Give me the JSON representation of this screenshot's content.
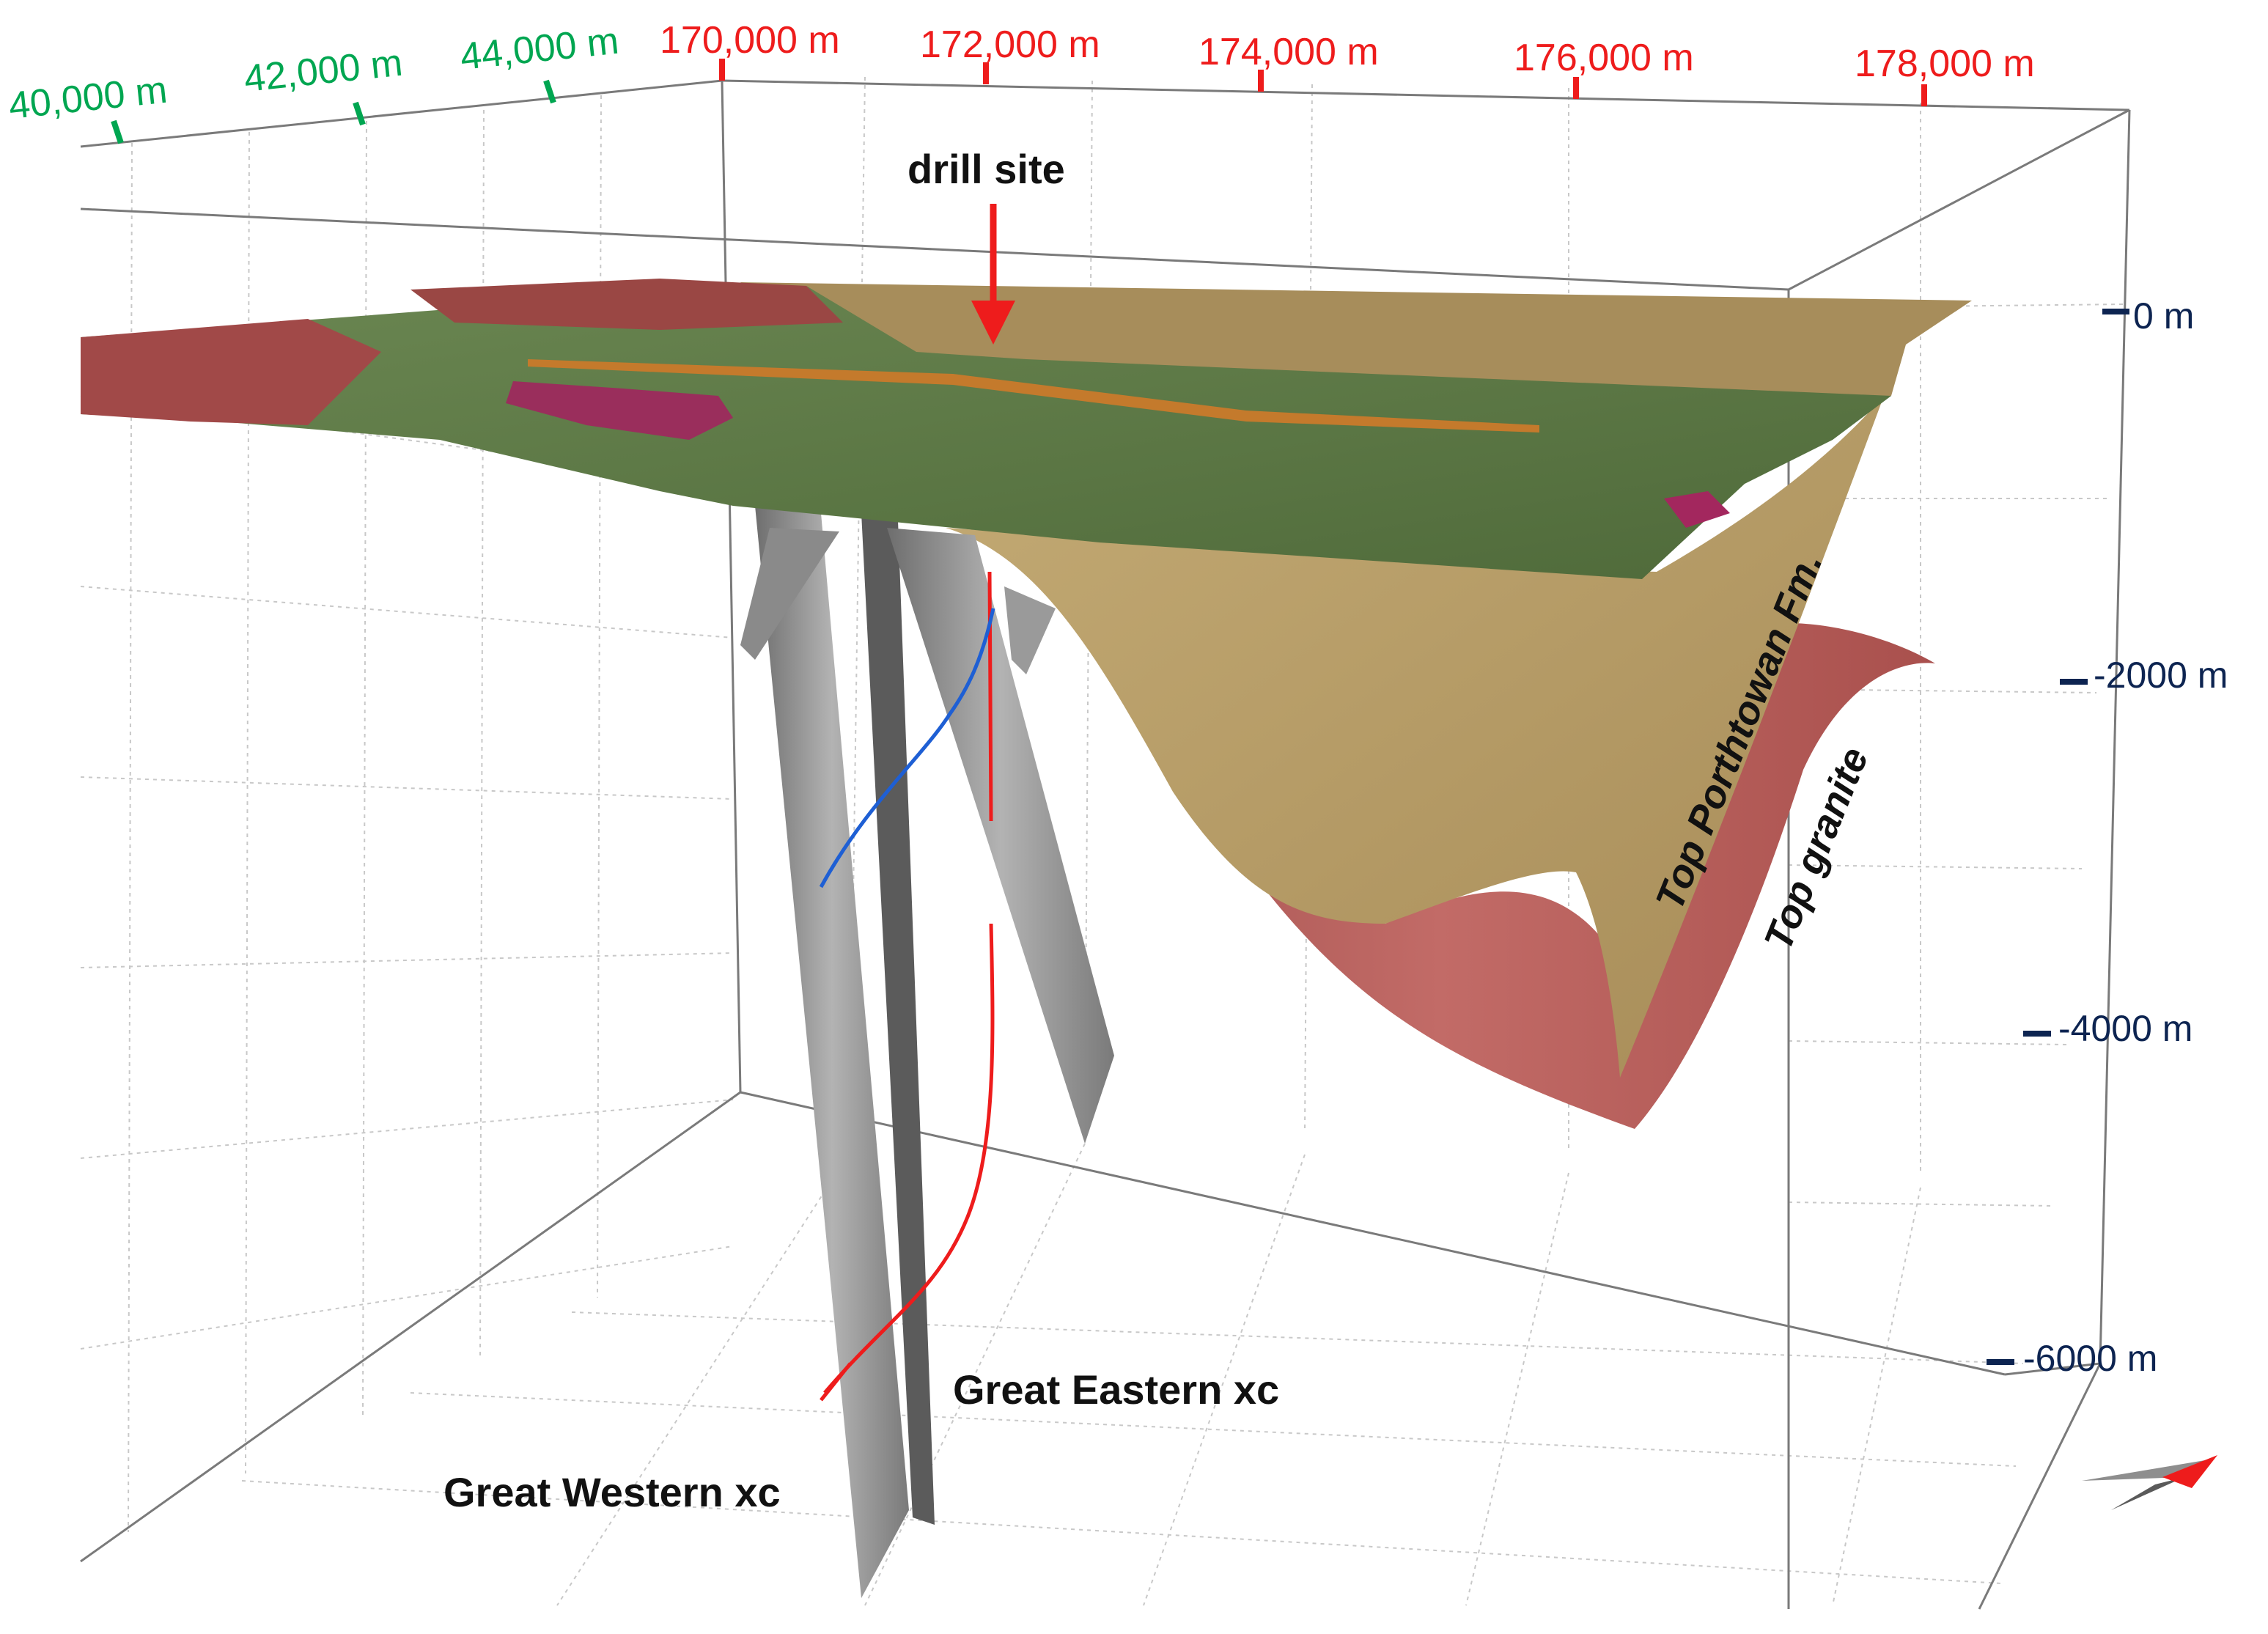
{
  "axes": {
    "northing_labels": [
      "40,000 m",
      "42,000 m",
      "44,000 m"
    ],
    "easting_labels": [
      "170,000 m",
      "172,000 m",
      "174,000 m",
      "176,000 m",
      "178,000 m"
    ],
    "depth_labels": [
      "0 m",
      "-2000 m",
      "-4000 m",
      "-6000 m"
    ]
  },
  "annotations": {
    "drill_site": "drill site",
    "top_porthtowan": "Top Porthtowan Fm.",
    "top_granite": "Top granite",
    "great_eastern": "Great Eastern xc",
    "great_western": "Great Western xc"
  },
  "colors": {
    "northing_axis": "#00a651",
    "easting_axis": "#ee1c1c",
    "depth_axis": "#0d2451",
    "surface_green": "#5e7a45",
    "surface_tan": "#b49a62",
    "porthtowan_surface": "#b29862",
    "granite_surface": "#b8625f",
    "fault_planes": "#8e8e8e",
    "well_red": "#ee1c1c",
    "well_blue": "#1e5fd4"
  }
}
